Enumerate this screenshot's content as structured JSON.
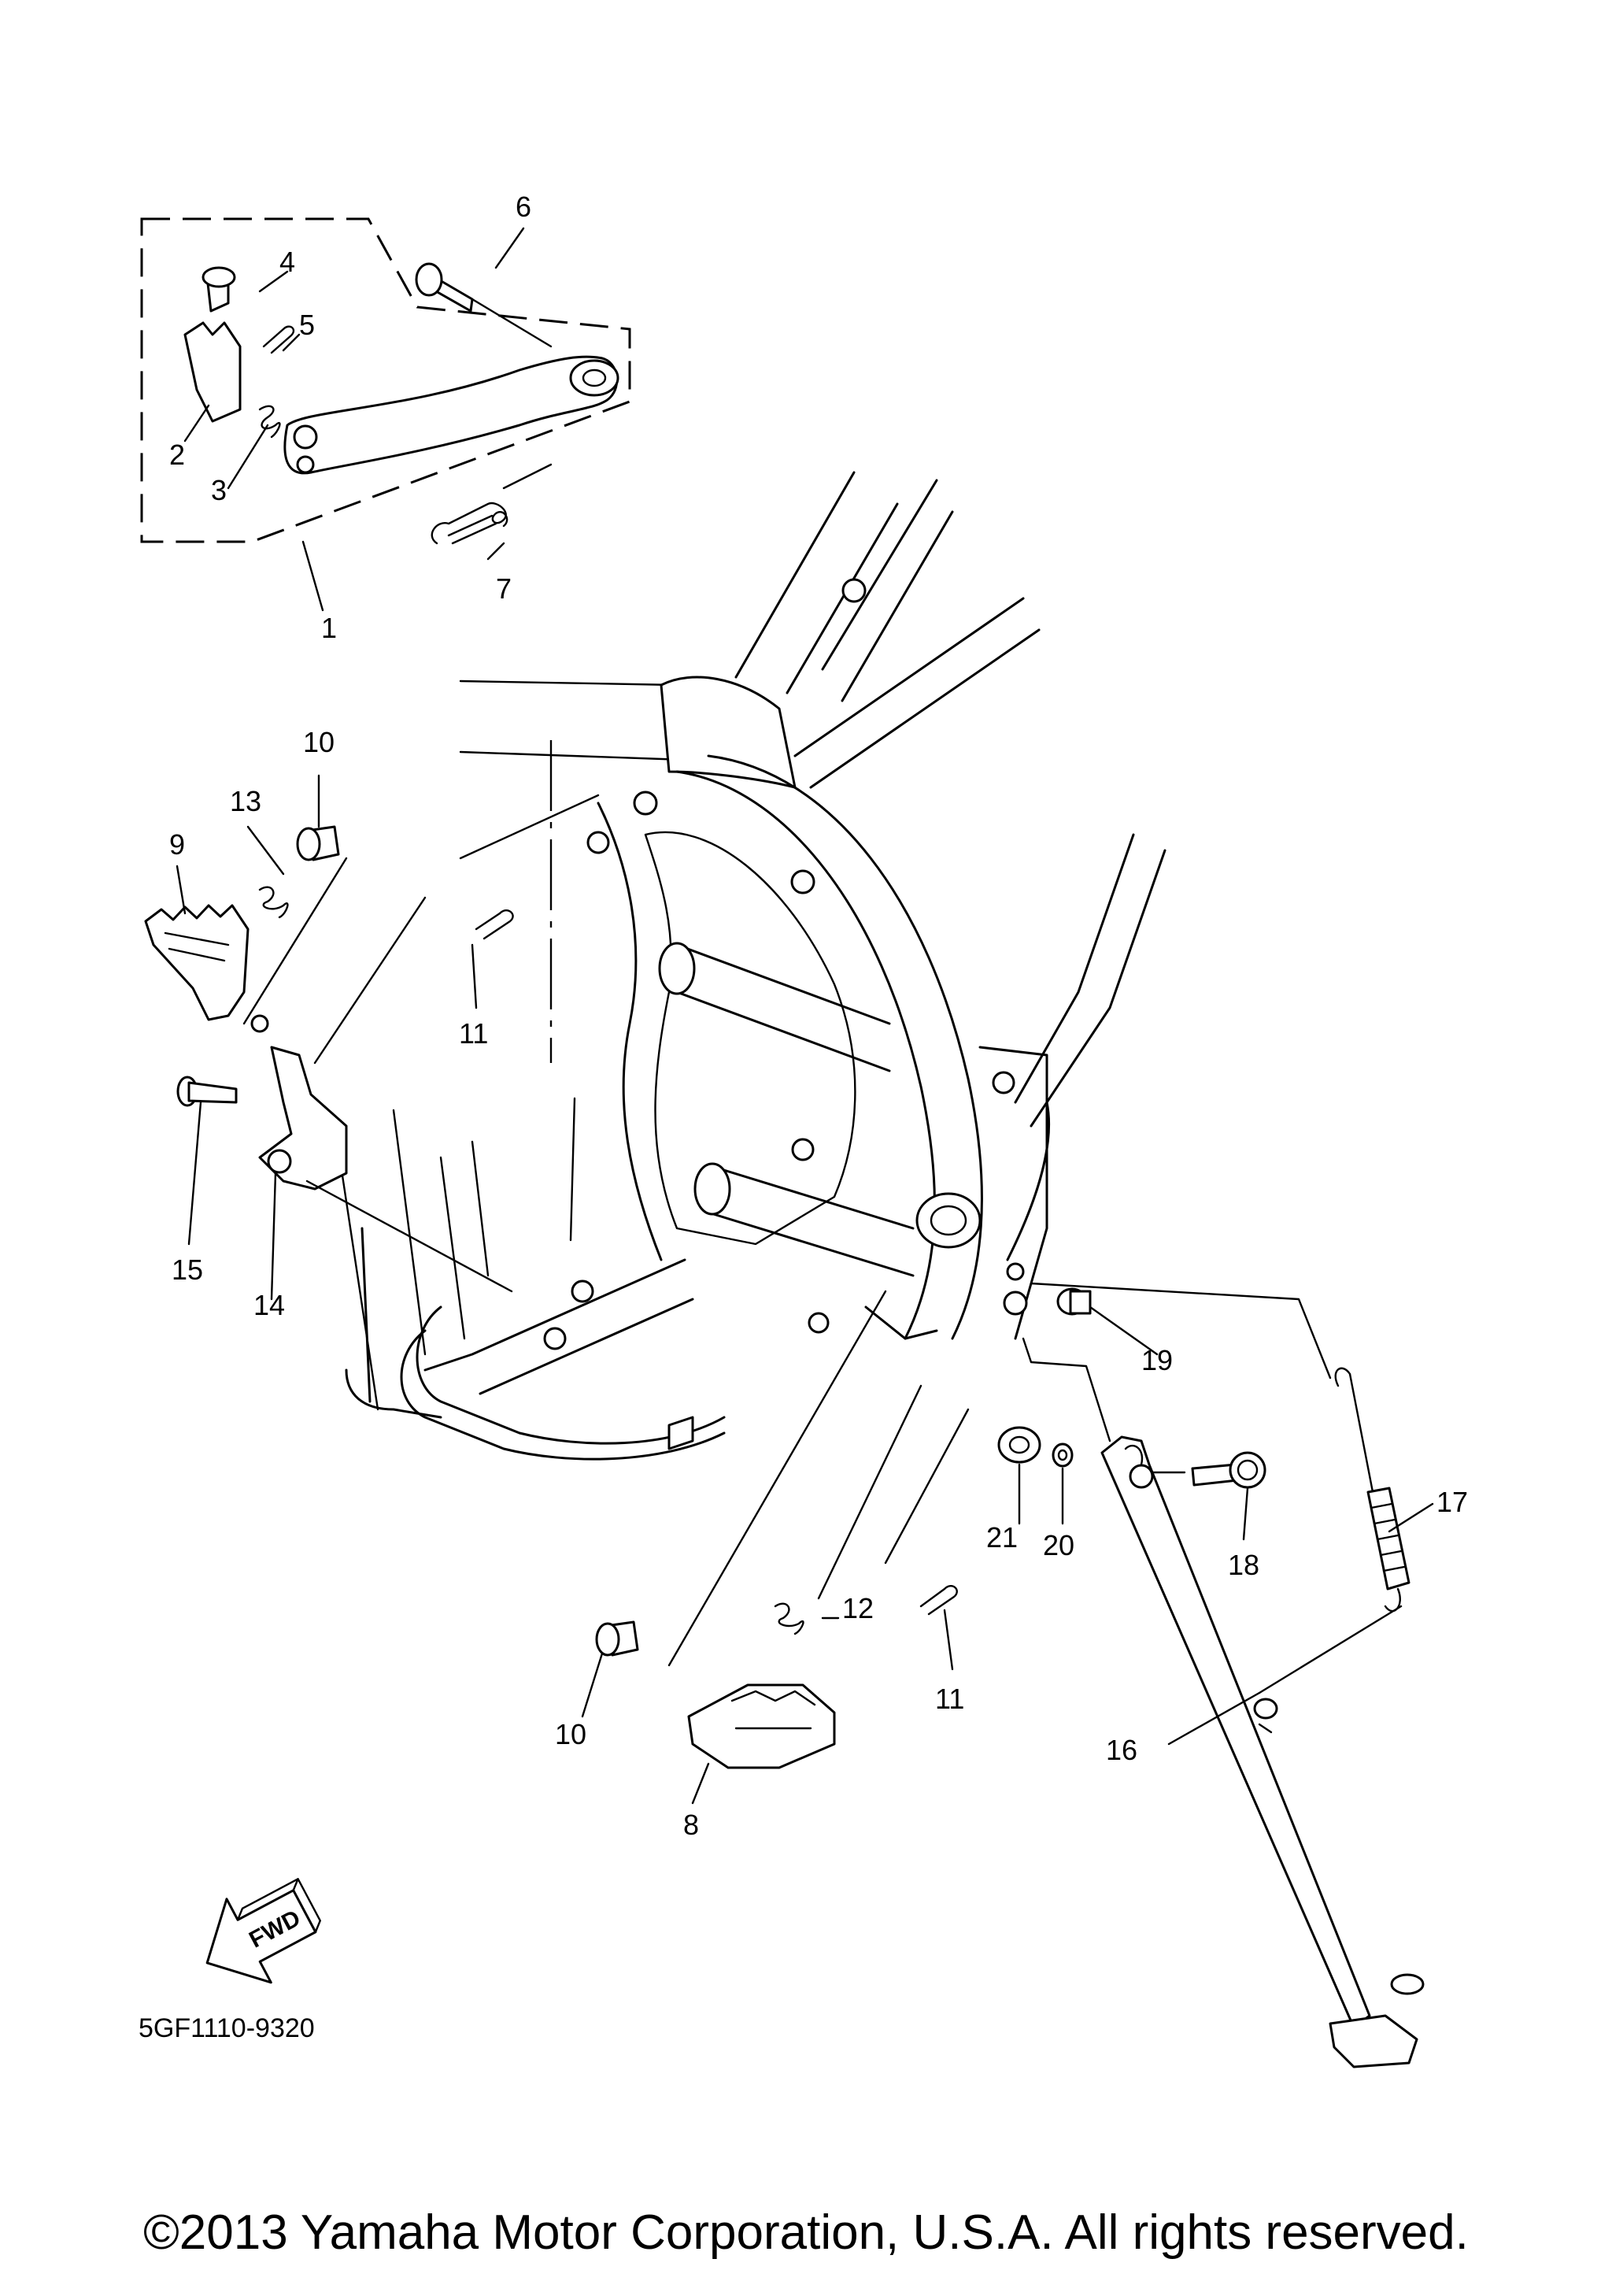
{
  "diagram": {
    "drawing_code": "5GF1110-9320",
    "copyright": "©2013 Yamaha Motor Corporation, U.S.A. All rights reserved.",
    "direction_badge": "FWD",
    "callouts": [
      "1",
      "2",
      "3",
      "4",
      "5",
      "6",
      "7",
      "8",
      "9",
      "10",
      "10",
      "11",
      "11",
      "12",
      "13",
      "14",
      "15",
      "16",
      "17",
      "18",
      "19",
      "20",
      "21"
    ]
  }
}
